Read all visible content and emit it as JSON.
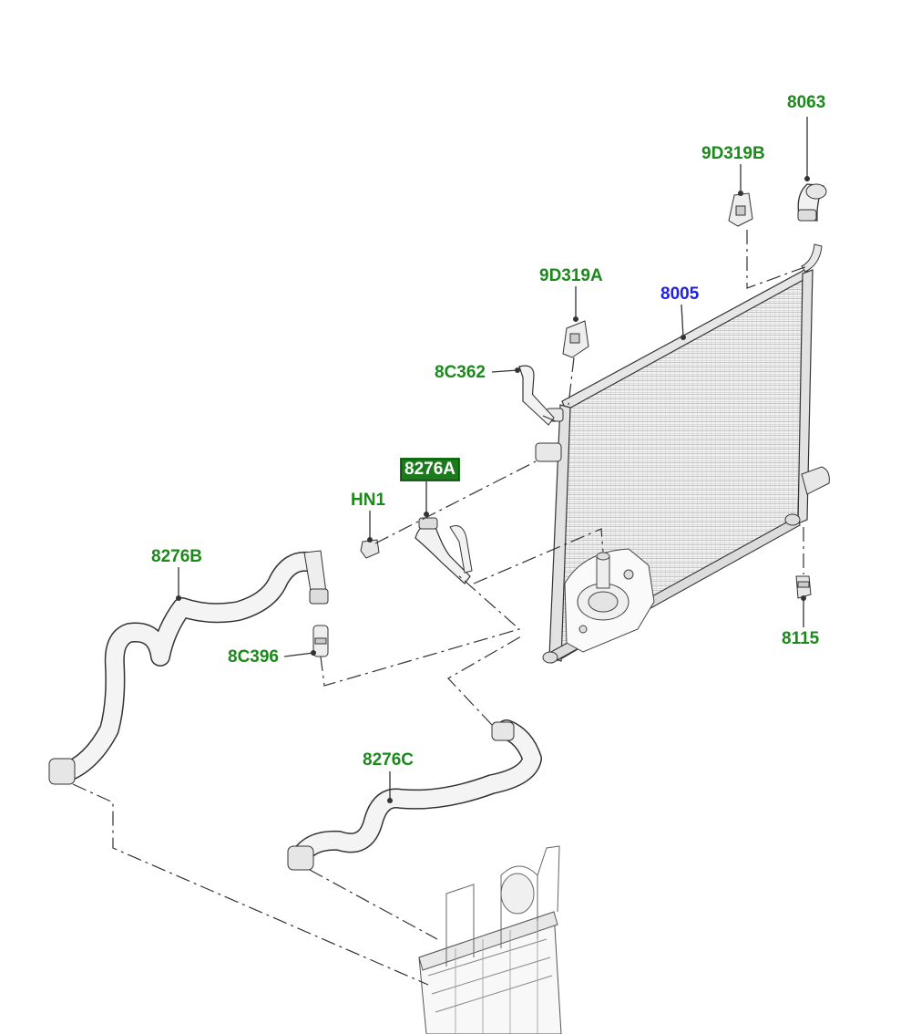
{
  "colors": {
    "label_green": "#1b8a1b",
    "label_blue": "#2222dd",
    "highlight_bg": "#1b7a1b",
    "line": "#333333"
  },
  "callouts": {
    "c8063": "8063",
    "c9D319B": "9D319B",
    "c9D319A": "9D319A",
    "c8005": "8005",
    "c8C362": "8C362",
    "c8276A": "8276A",
    "cHN1": "HN1",
    "c8276B": "8276B",
    "c8C396": "8C396",
    "c8115": "8115",
    "c8276C": "8276C"
  },
  "selected_callout": "8276A"
}
